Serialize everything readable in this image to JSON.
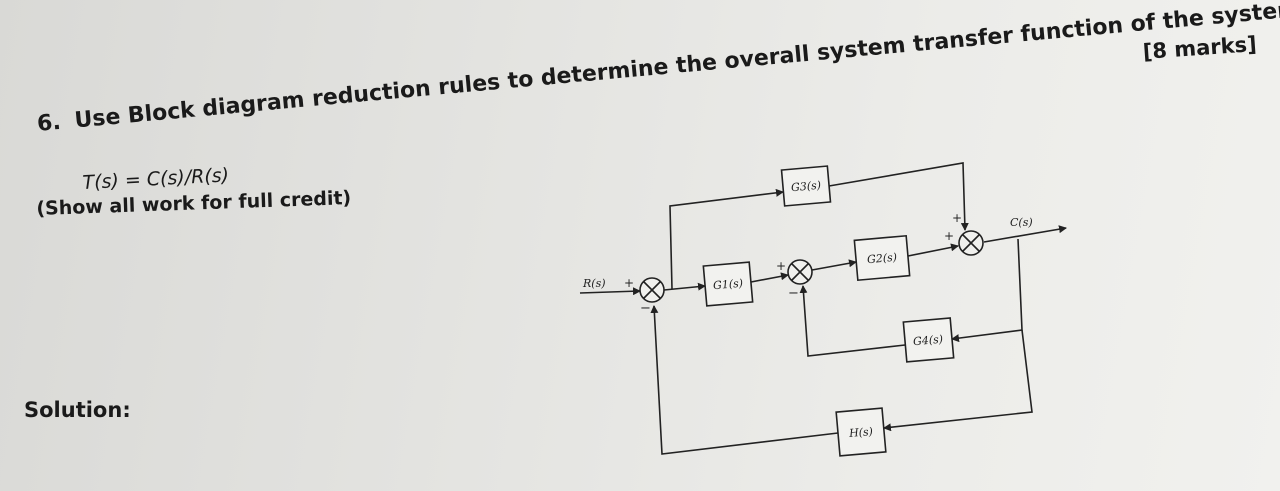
{
  "question": {
    "number": "6.",
    "text": "Use Block diagram reduction rules to determine the overall system transfer function of the system",
    "marks": "[8 marks]",
    "formula": "T(s) = C(s)/R(s)",
    "instruction": "(Show all work for full credit)"
  },
  "solution_label": "Solution:",
  "diagram": {
    "input": "R(s)",
    "output": "C(s)",
    "blocks": {
      "g1": "G1(s)",
      "g2": "G2(s)",
      "g3": "G3(s)",
      "g4": "G4(s)",
      "h": "H(s)"
    },
    "signs": {
      "plus": "+",
      "minus": "−"
    }
  }
}
